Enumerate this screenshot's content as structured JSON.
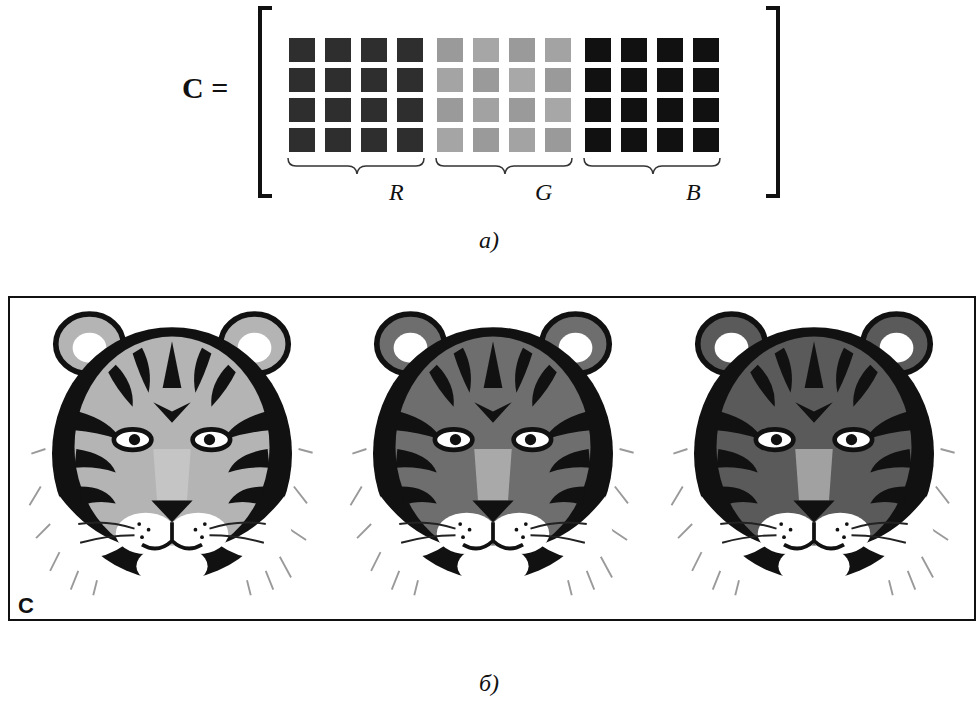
{
  "diagram": {
    "labels": [
      "C =",
      "R",
      "G",
      "B",
      "а)",
      "C",
      "б)"
    ]
  }
}
